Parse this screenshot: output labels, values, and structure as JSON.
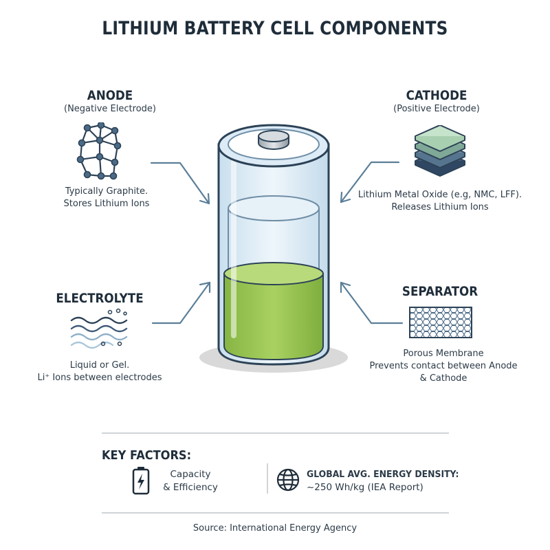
{
  "title": "LITHIUM BATTERY CELL COMPONENTS",
  "anode": {
    "title": "ANODE",
    "subtitle": "(Negative Electrode)",
    "desc": [
      "Typically Graphite.",
      "Stores Lithium Ions"
    ]
  },
  "cathode": {
    "title": "CATHODE",
    "subtitle": "(Positive Electrode)",
    "desc": [
      "Lithium Metal Oxide (e.g, NMC, LFF).",
      "Releases Lithium Ions"
    ]
  },
  "electrolyte": {
    "title": "ELECTROLYTE",
    "desc": [
      "Liquid or Gel.",
      "Li⁺ Ions between electrodes"
    ]
  },
  "separator": {
    "title": "SEPARATOR",
    "desc": [
      "Porous Membrane",
      "Prevents contact between Anode",
      "& Cathode"
    ]
  },
  "key_factors": {
    "title": "KEY FACTORS:",
    "capacity": [
      "Capacity",
      "& Efficiency"
    ],
    "density": [
      "GLOBAL AVG. ENERGY DENSITY:",
      "~250 Wh/kg (IEA Report)"
    ]
  },
  "source": "Source: International Energy Agency",
  "icons": {
    "anode": "graphite-lattice-icon",
    "cathode": "stacked-layers-icon",
    "electrolyte": "wave-icon",
    "separator": "porous-membrane-icon",
    "capacity": "battery-charge-icon",
    "density": "globe-icon"
  },
  "colors": {
    "ink": "#1f2d3a",
    "arrow": "#5a7e98",
    "electrolyte_fill": "#9cc654",
    "glass": "#dcebf6",
    "cathode_top": "#b9dcc2",
    "cathode_bottom": "#3f5a78"
  }
}
